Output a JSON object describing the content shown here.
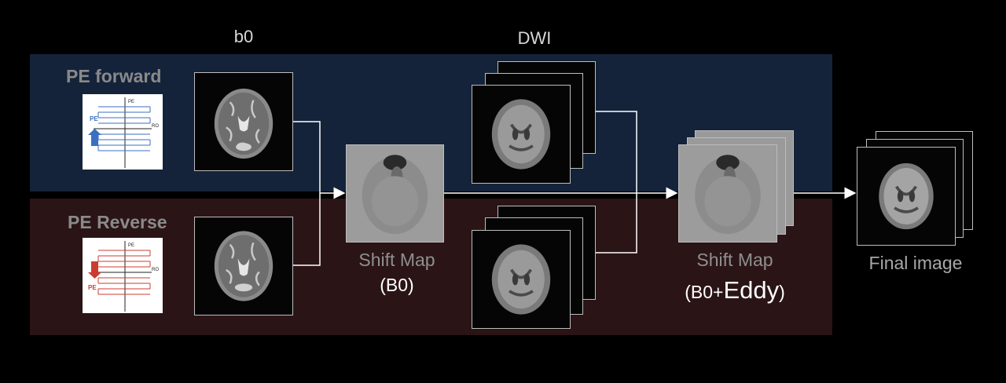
{
  "columns": {
    "b0": "b0",
    "dwi": "DWI"
  },
  "rows": {
    "forward": "PE forward",
    "reverse": "PE Reverse"
  },
  "pe_diagram": {
    "pe_axis": "PE",
    "ro_axis": "RO",
    "forward_color": "#3b6fc2",
    "reverse_color": "#cc3b2f"
  },
  "shift_map_b0": {
    "title": "Shift Map",
    "sub": "(B0)"
  },
  "shift_map_eddy": {
    "title": "Shift Map",
    "sub_open": "(B0+",
    "sub_big": "Eddy",
    "sub_close": ")"
  },
  "final": {
    "title": "Final image"
  },
  "colors": {
    "background": "#000000",
    "top_band": "#14233a",
    "bottom_band": "#2b1416",
    "connector": "#ffffff"
  }
}
